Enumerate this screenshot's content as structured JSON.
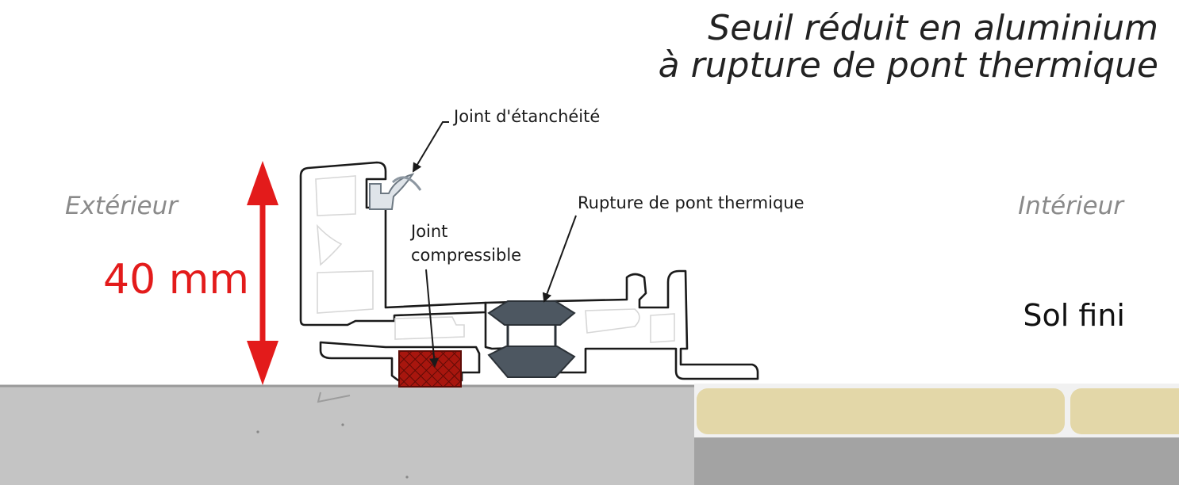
{
  "title": {
    "line1": "Seuil réduit en aluminium",
    "line2": "à rupture de pont thermique"
  },
  "labels": {
    "exterior": "Extérieur",
    "interior": "Intérieur",
    "dimension": "40 mm",
    "floor": "Sol fini"
  },
  "callouts": {
    "seal": "Joint d'étanchéité",
    "thermal_break": "Rupture de pont thermique",
    "compressible_line1": "Joint",
    "compressible_line2": "compressible"
  },
  "colors": {
    "dimension_red": "#e31b1b",
    "compressible_joint": "#a8160e",
    "thermal_break": "#4d5761",
    "concrete": "#c4c4c4",
    "concrete_dark": "#a3a3a3",
    "floor_tile": "#e3d7a8",
    "seal_gasket": "#dfe4e9"
  }
}
